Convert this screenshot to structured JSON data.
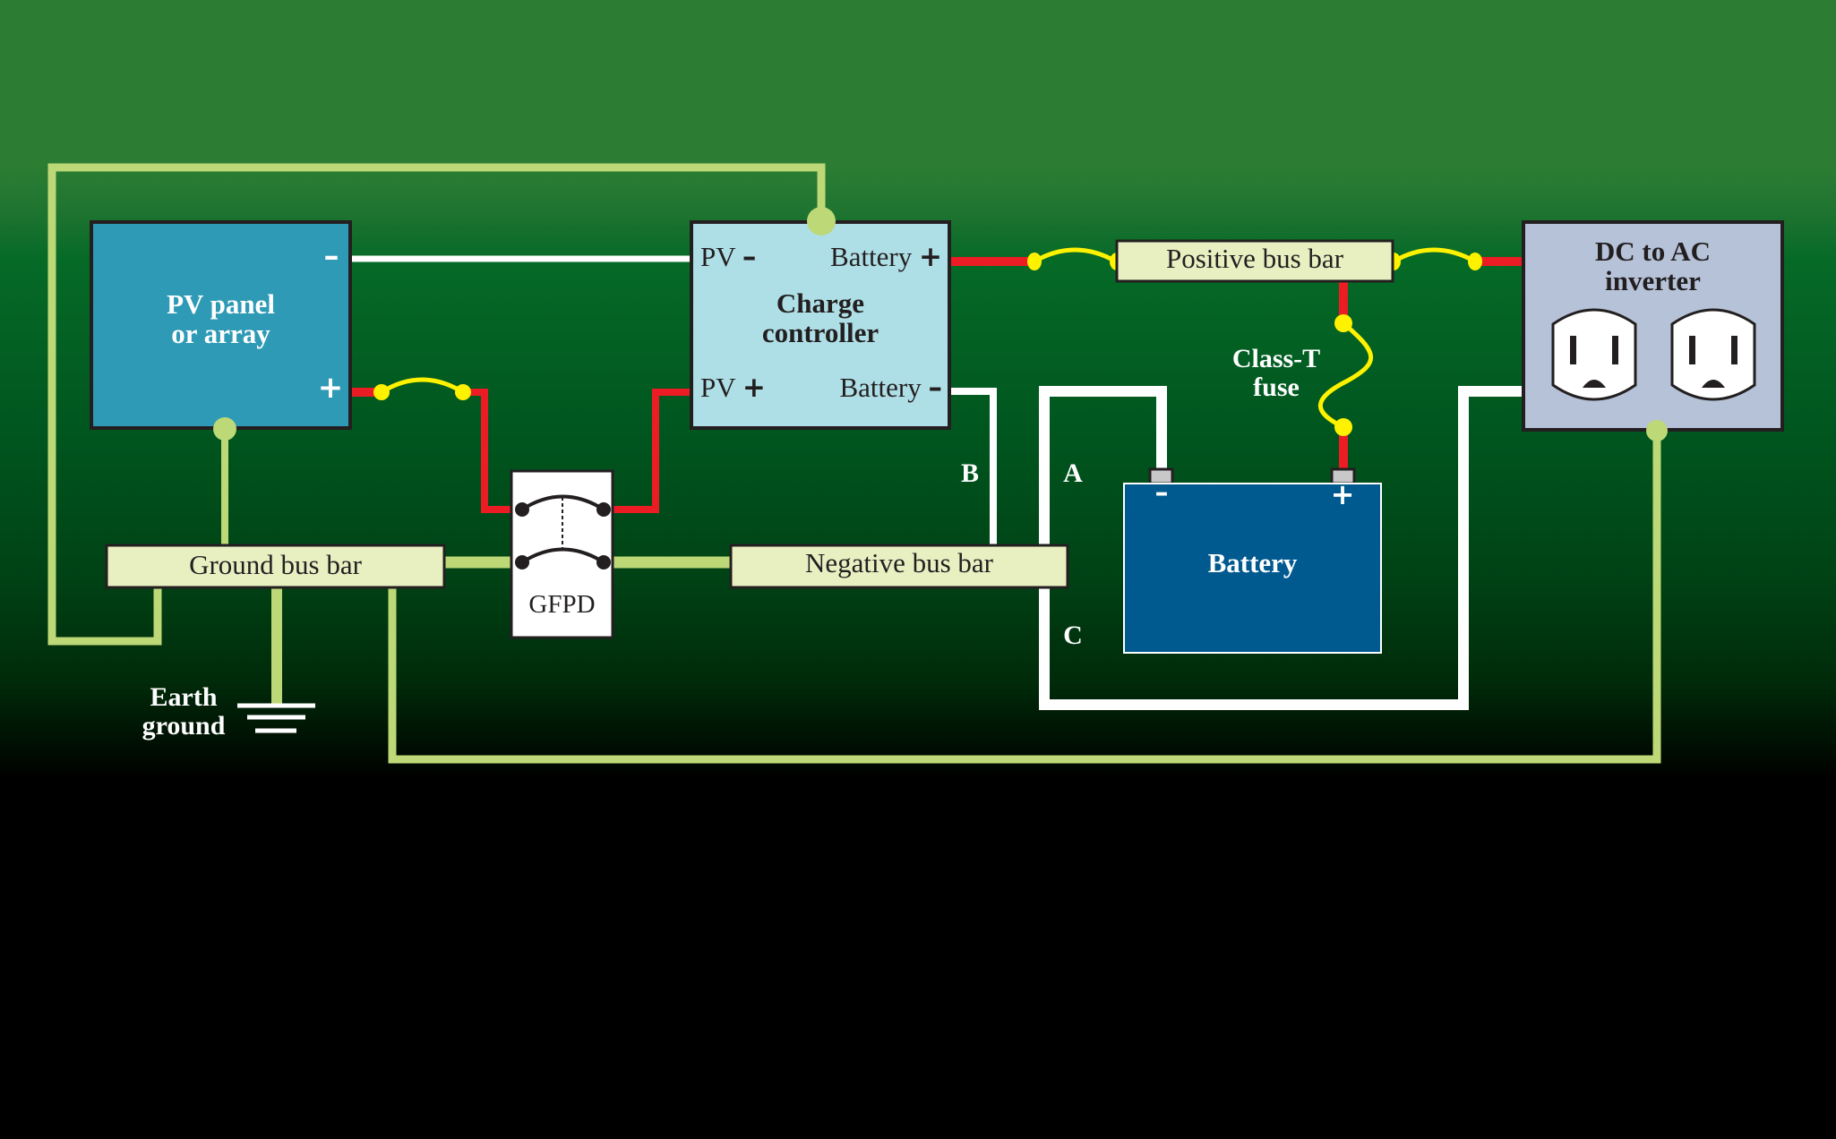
{
  "diagram": {
    "title": "",
    "components": {
      "pv_panel": {
        "label_line1": "PV panel",
        "label_line2": "or array",
        "minus": "–",
        "plus": "+"
      },
      "charge_controller": {
        "label_line1": "Charge",
        "label_line2": "controller",
        "pv_minus": "PV",
        "pv_minus_sign": "–",
        "pv_plus": "PV",
        "pv_plus_sign": "+",
        "battery_plus": "Battery",
        "battery_plus_sign": "+",
        "battery_minus": "Battery",
        "battery_minus_sign": "–"
      },
      "positive_bus_bar": {
        "label": "Positive bus bar"
      },
      "negative_bus_bar": {
        "label": "Negative bus bar"
      },
      "ground_bus_bar": {
        "label": "Ground bus bar"
      },
      "gfpd": {
        "label": "GFPD"
      },
      "battery": {
        "label": "Battery",
        "minus": "–",
        "plus": "+"
      },
      "inverter": {
        "label_line1": "DC to AC",
        "label_line2": "inverter",
        "outlet_count": 2
      },
      "fuse": {
        "label_line1": "Class-T",
        "label_line2": "fuse"
      },
      "earth_ground": {
        "label_line1": "Earth",
        "label_line2": "ground"
      }
    },
    "wire_labels": {
      "a": "A",
      "b": "B",
      "c": "C"
    },
    "colors": {
      "background_top": "#2c7d33",
      "background_bottom": "#000000",
      "ground_wire": "#bdd876",
      "positive_wire": "#ec1c24",
      "negative_wire": "#ffffff",
      "breaker": "#fff200",
      "pv_panel": "#2e9ab6",
      "charge_controller": "#aedfe6",
      "inverter": "#b6c2d8",
      "battery": "#005a8f",
      "bus_bar": "#e8f0c2"
    }
  }
}
